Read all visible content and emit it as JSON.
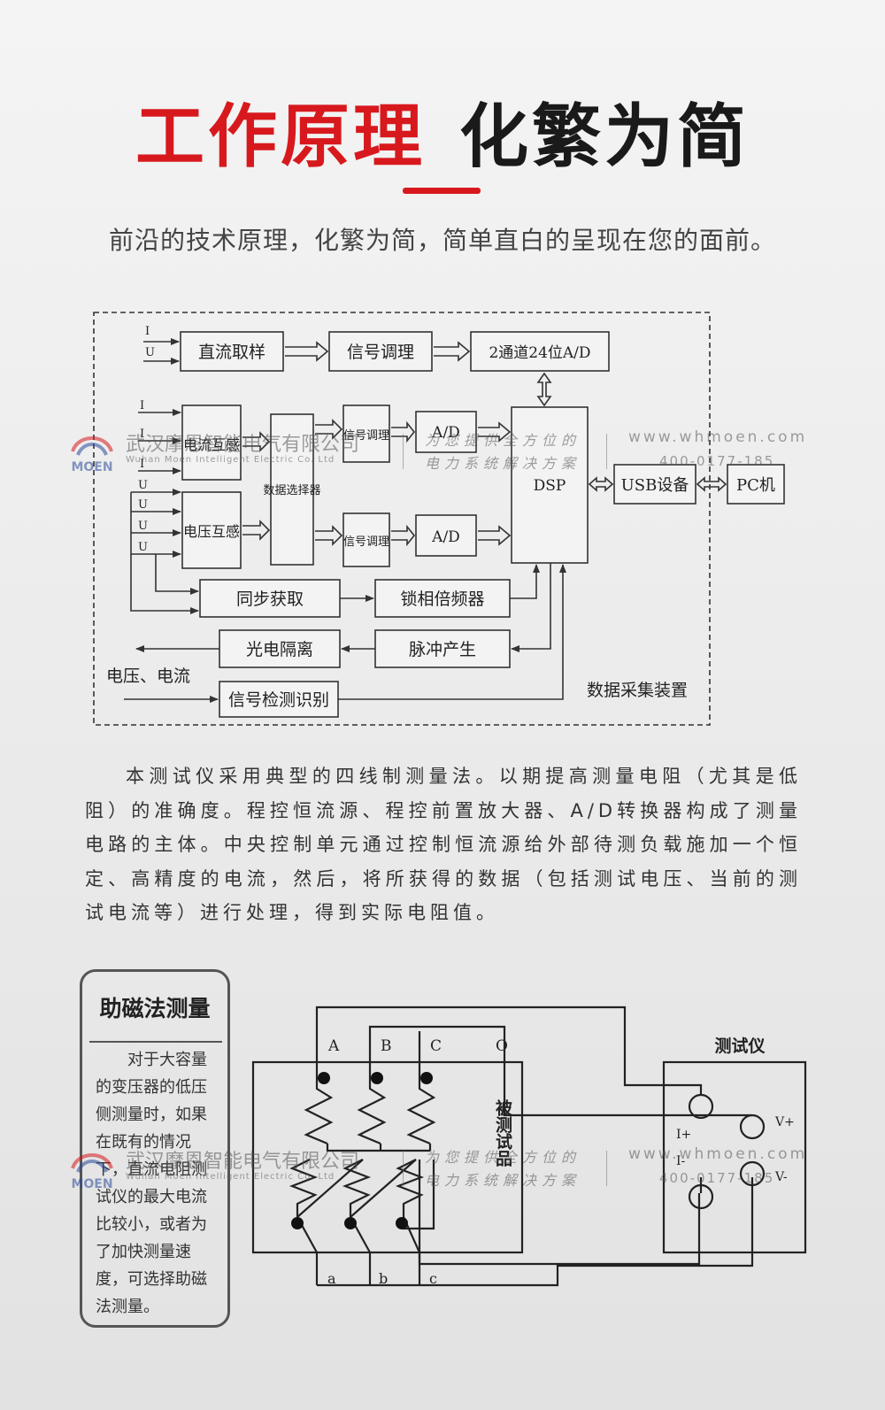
{
  "header": {
    "title_red": "工作原理",
    "title_black": "化繁为简",
    "subtitle": "前沿的技术原理，化繁为简，简单直白的呈现在您的面前。",
    "accent_color": "#d7191e"
  },
  "diagram1": {
    "inputs_top": [
      "I",
      "U"
    ],
    "inputs_mid": [
      "I",
      "I",
      "I"
    ],
    "inputs_volt": [
      "U",
      "U",
      "U",
      "U"
    ],
    "blocks": {
      "dc_sample": "直流取样",
      "signal_cond_1": "信号调理",
      "ad_24bit": "2通道24位A/D",
      "current_transformer": "电流互感",
      "data_selector": "数据选择器",
      "signal_cond_2": "信号调理",
      "ad_2": "A/D",
      "voltage_transformer": "电压互感",
      "signal_cond_3": "信号调理",
      "ad_3": "A/D",
      "dsp": "DSP",
      "usb": "USB设备",
      "pc": "PC机",
      "sync": "同步获取",
      "pll": "锁相倍频器",
      "opto": "光电隔离",
      "pulse": "脉冲产生",
      "detect": "信号检测识别"
    },
    "label_vi": "电压、电流",
    "device_label": "数据采集装置"
  },
  "paragraph": "本测试仪采用典型的四线制测量法。以期提高测量电阻（尤其是低阻）的准确度。程控恒流源、程控前置放大器、A/D转换器构成了测量电路的主体。中央控制单元通过控制恒流源给外部待测负载施加一个恒定、高精度的电流，然后，将所获得的数据（包括测试电压、当前的测试电流等）进行处理，得到实际电阻值。",
  "aux": {
    "title": "助磁法测量",
    "text": "对于大容量的变压器的低压侧测量时，如果在既有的情况下，直流电阻测试仪的最大电流比较小，或者为了加快测量速度，可选择助磁法测量。"
  },
  "diagram2": {
    "hv_terminals": [
      "A",
      "B",
      "C",
      "O"
    ],
    "lv_terminals": [
      "a",
      "b",
      "c"
    ],
    "dut_label": "被测试品",
    "tester_label": "测试仪",
    "tester_terminals": [
      "I+",
      "I-",
      "V+",
      "V-"
    ]
  },
  "watermark": {
    "logo_text": "MOEN",
    "company": "武汉摩恩智能电气有限公司",
    "company_en": "Wuhan Moen Intelligent Electric Co. Ltd",
    "slogan1": "为您提供全方位的",
    "slogan2": "电力系统解决方案",
    "url": "www.whmoen.com",
    "phone": "400-0177-185"
  }
}
